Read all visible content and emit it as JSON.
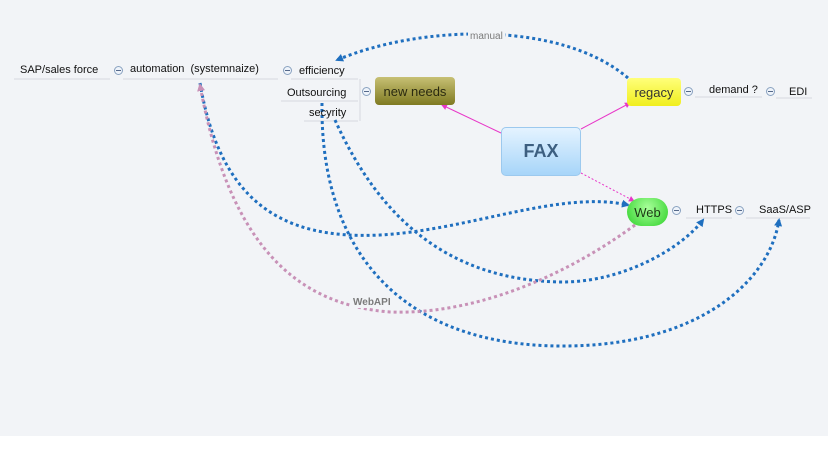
{
  "central": {
    "label": "FAX"
  },
  "main_topics": {
    "new_needs": "new needs",
    "regacy": "regacy",
    "web": "Web"
  },
  "subtopics": {
    "efficiency": "efficiency",
    "automation": "automation (systemnaize)",
    "sap": "SAP/sales force",
    "outsourcing": "Outsourcing",
    "secyrity": "secyrity",
    "demand": "demand ?",
    "edi": "EDI",
    "https": "HTTPS",
    "saas": "SaaS/ASP"
  },
  "relationships": {
    "manual": "manual",
    "webapi": "WebAPI"
  },
  "colors": {
    "canvas": "#f2f4f7",
    "branch_line": "#e836c8",
    "relation_blue": "#1f6fbf",
    "relation_pink": "#c891b7"
  }
}
